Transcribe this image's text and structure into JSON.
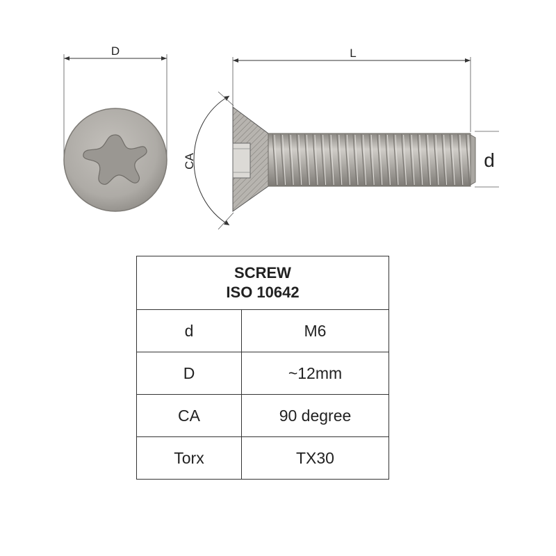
{
  "drawing": {
    "head_diameter_label": "D",
    "length_label": "L",
    "thread_diameter_label": "d",
    "countersink_angle_label": "CA"
  },
  "table": {
    "title_line1": "SCREW",
    "title_line2": "ISO 10642",
    "rows": [
      {
        "label": "d",
        "value": "M6"
      },
      {
        "label": "D",
        "value": "~12mm"
      },
      {
        "label": "CA",
        "value": "90 degree"
      },
      {
        "label": "Torx",
        "value": "TX30"
      }
    ]
  },
  "colors": {
    "metal": "#b0ada8",
    "metal_dark": "#8f8c87",
    "line": "#333333"
  },
  "icons": {
    "drive": "torx-drive-icon"
  }
}
